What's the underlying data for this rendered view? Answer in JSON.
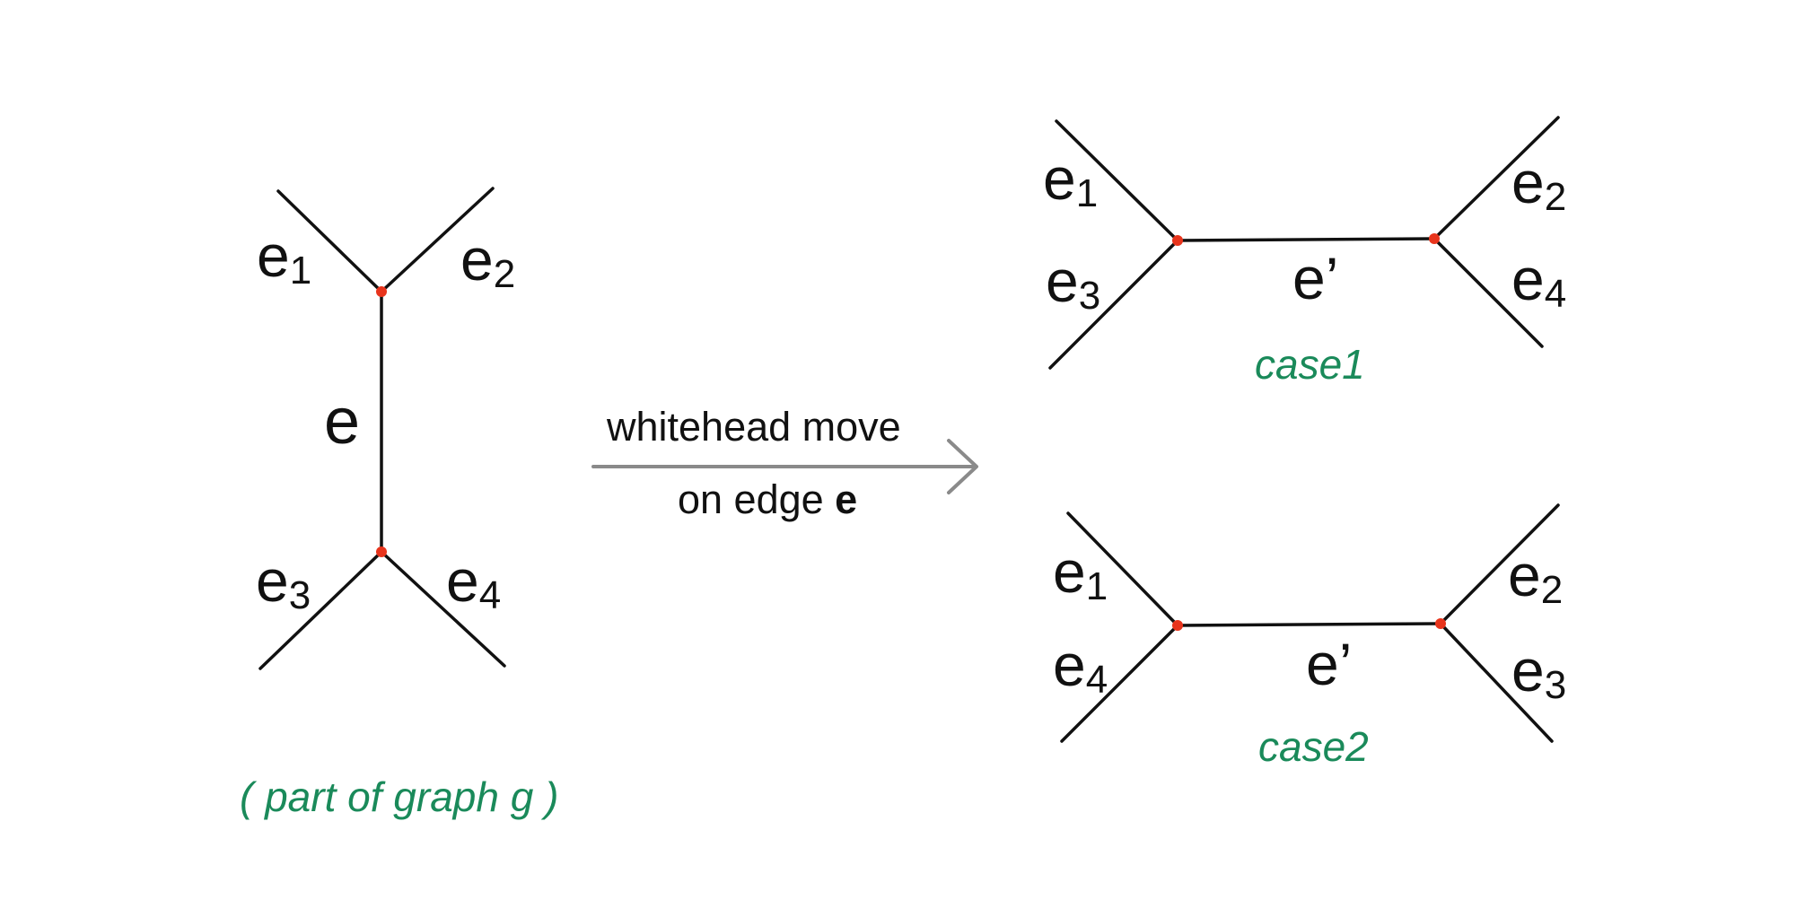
{
  "colors": {
    "edge": "#111111",
    "vertex": "#e8341c",
    "caption": "#1a8a5a",
    "arrow": "#8a8a8a"
  },
  "original": {
    "labels": {
      "e1": {
        "base": "e",
        "sub": "1"
      },
      "e2": {
        "base": "e",
        "sub": "2"
      },
      "e": {
        "base": "e"
      },
      "e3": {
        "base": "e",
        "sub": "3"
      },
      "e4": {
        "base": "e",
        "sub": "4"
      }
    },
    "caption": "( part of graph g )"
  },
  "move": {
    "line1": "whitehead move",
    "line2_prefix": "on edge ",
    "line2_edge": "e"
  },
  "case1": {
    "labels": {
      "top_left": {
        "base": "e",
        "sub": "1"
      },
      "bottom_left": {
        "base": "e",
        "sub": "3"
      },
      "top_right": {
        "base": "e",
        "sub": "2"
      },
      "bottom_right": {
        "base": "e",
        "sub": "4"
      },
      "middle": "e’"
    },
    "caption": "case1"
  },
  "case2": {
    "labels": {
      "top_left": {
        "base": "e",
        "sub": "1"
      },
      "bottom_left": {
        "base": "e",
        "sub": "4"
      },
      "top_right": {
        "base": "e",
        "sub": "2"
      },
      "bottom_right": {
        "base": "e",
        "sub": "3"
      },
      "middle": "e’"
    },
    "caption": "case2"
  }
}
